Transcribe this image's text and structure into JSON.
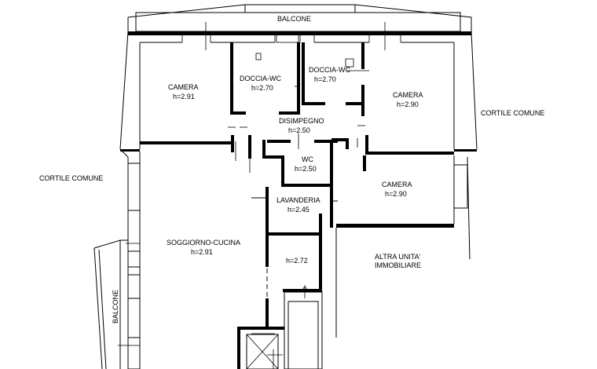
{
  "labels": {
    "balcone_top": "BALCONE",
    "balcone_left": "BALCONE",
    "cortile_left": "CORTILE COMUNE",
    "cortile_right": "CORTILE COMUNE"
  },
  "rooms": [
    {
      "name": "CAMERA",
      "height": "h=2.91"
    },
    {
      "name": "DOCCIA-WC",
      "height": "h=2.70"
    },
    {
      "name": "DOCCIA-WC",
      "height": "h=2.70"
    },
    {
      "name": "CAMERA",
      "height": "h=2.90"
    },
    {
      "name": "DISIMPEGNO",
      "height": "h=2.50"
    },
    {
      "name": "WC",
      "height": "h=2.50"
    },
    {
      "name": "CAMERA",
      "height": "h=2.90"
    },
    {
      "name": "LAVANDERIA",
      "height": "h=2.45"
    },
    {
      "name": "SOGGIORNO-CUCINA",
      "height": "h=2.91"
    },
    {
      "name": "",
      "height": "h=2.72"
    },
    {
      "name": "ALTRA UNITA'",
      "height": "IMMOBILIARE"
    }
  ]
}
